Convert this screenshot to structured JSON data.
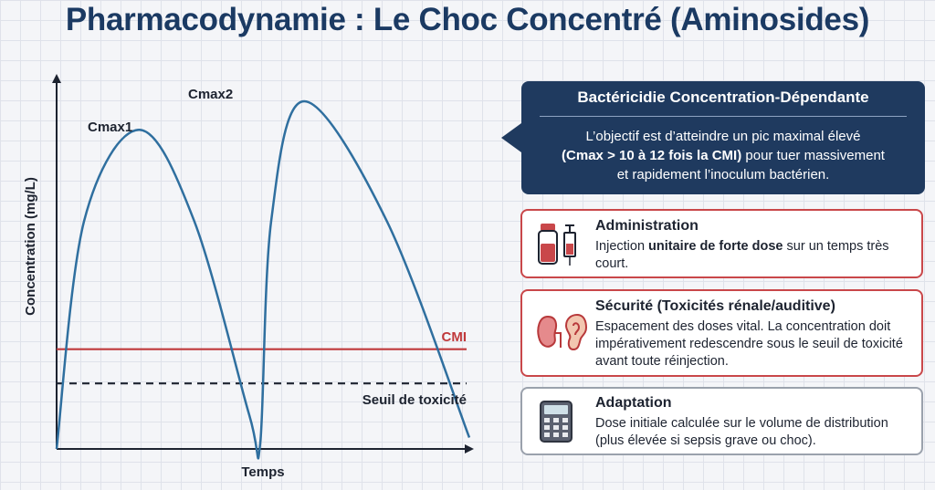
{
  "title": "Pharmacodynamie : Le Choc Concentré (Aminosides)",
  "chart_data": {
    "type": "line",
    "ylabel": "Concentration (mg/L)",
    "xlabel": "Temps",
    "series": [
      {
        "x": [
          0,
          1.0,
          3.0,
          5.0,
          7.0,
          7.4,
          7.8,
          9.0,
          12.0,
          15.0
        ],
        "y": [
          0,
          8.0,
          11.2,
          8.0,
          1.2,
          0.2,
          8.0,
          12.2,
          8.0,
          0.4
        ]
      }
    ],
    "annotations": {
      "cmax1": "Cmax1",
      "cmax2": "Cmax2"
    },
    "reference_lines": [
      {
        "label": "CMI",
        "y": 3.5,
        "color": "#c0393b",
        "style": "solid"
      },
      {
        "label": "Seuil de toxicité",
        "y": 2.3,
        "color": "#1d2330",
        "style": "dashed"
      }
    ],
    "xlim": [
      0,
      15
    ],
    "ylim": [
      0,
      13
    ],
    "grid": false
  },
  "callout": {
    "title": "Bactéricidie Concentration-Dépendante",
    "body_1": "L’objectif est d’atteindre un pic maximal élevé",
    "body_2_bold": "(Cmax > 10 à 12 fois la CMI)",
    "body_2_rest": " pour tuer massivement",
    "body_3": "et rapidement l’inoculum bactérien."
  },
  "cards": {
    "administration": {
      "title": "Administration",
      "body_pre": "Injection ",
      "body_bold": "unitaire de forte dose",
      "body_post": " sur un temps très court.",
      "icon": "vial-syringe-icon"
    },
    "securite": {
      "title": "Sécurité (Toxicités rénale/auditive)",
      "body": "Espacement des doses vital. La concentration doit impérativement redescendre sous le seuil de toxicité avant toute réinjection.",
      "icon": "kidney-ear-icon"
    },
    "adaptation": {
      "title": "Adaptation",
      "body": "Dose initiale calculée sur le volume de distribution (plus élevée si sepsis grave ou choc).",
      "icon": "calculator-icon"
    }
  },
  "colors": {
    "curve": "#2f6f9f",
    "cmi": "#c0393b",
    "title": "#1b3a63",
    "callout_bg": "#1f3a5f",
    "card_border_alert": "#c9474a",
    "card_border_neutral": "#9aa1ac"
  }
}
